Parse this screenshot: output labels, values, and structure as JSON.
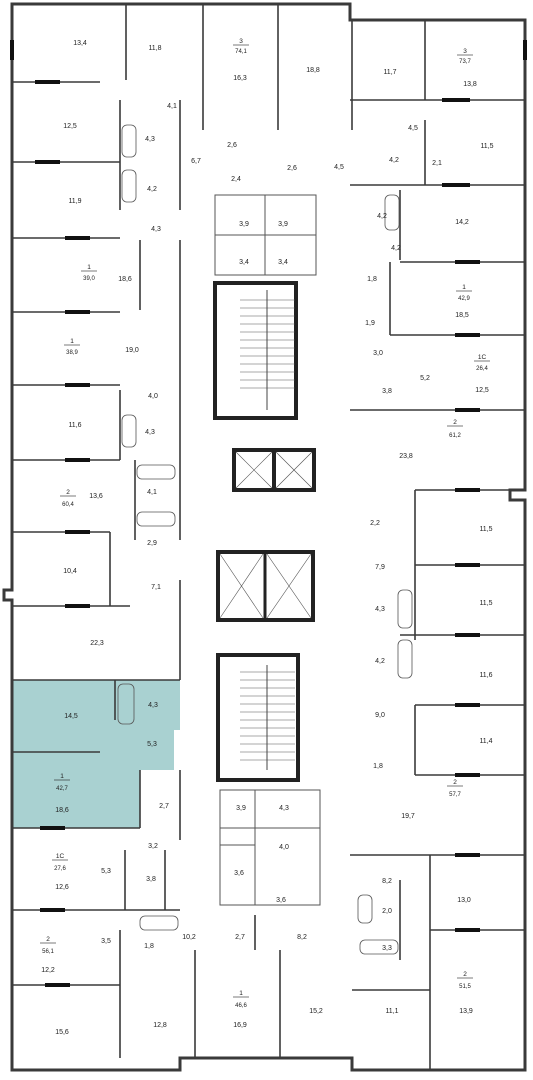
{
  "colors": {
    "highlight": "#a9d1d1",
    "wall": "#3a3a3a",
    "thin": "#555555"
  },
  "units": [
    {
      "id": "u3a",
      "rooms": "3",
      "area": "74,1"
    },
    {
      "id": "u3b",
      "rooms": "3",
      "area": "73,7"
    },
    {
      "id": "u1a",
      "rooms": "1",
      "area": "39,0"
    },
    {
      "id": "u1b",
      "rooms": "1",
      "area": "42,9"
    },
    {
      "id": "u1c",
      "rooms": "1",
      "area": "38,9"
    },
    {
      "id": "u1s1",
      "rooms": "1С",
      "area": "26,4"
    },
    {
      "id": "u2a",
      "rooms": "2",
      "area": "61,2"
    },
    {
      "id": "u2b",
      "rooms": "2",
      "area": "60,4"
    },
    {
      "id": "u1d",
      "rooms": "1",
      "area": "42,7"
    },
    {
      "id": "u2c",
      "rooms": "2",
      "area": "57,7"
    },
    {
      "id": "u1s2",
      "rooms": "1С",
      "area": "27,6"
    },
    {
      "id": "u2d",
      "rooms": "2",
      "area": "56,1"
    },
    {
      "id": "u2e",
      "rooms": "2",
      "area": "51,5"
    },
    {
      "id": "u1e",
      "rooms": "1",
      "area": "46,6"
    }
  ],
  "rooms": [
    "13,4",
    "11,8",
    "16,3",
    "18,8",
    "11,7",
    "13,8",
    "4,1",
    "12,5",
    "4,3",
    "6,7",
    "2,6",
    "2,6",
    "4,5",
    "4,5",
    "4,2",
    "2,1",
    "11,5",
    "4,2",
    "2,4",
    "11,9",
    "4,3",
    "3,9",
    "3,9",
    "4,2",
    "14,2",
    "18,6",
    "3,4",
    "3,4",
    "4,2",
    "1,8",
    "18,5",
    "1,9",
    "19,0",
    "3,0",
    "5,2",
    "3,8",
    "12,5",
    "4,0",
    "11,6",
    "4,3",
    "23,8",
    "4,1",
    "13,6",
    "2,2",
    "2,9",
    "11,5",
    "10,4",
    "7,9",
    "7,1",
    "11,5",
    "4,3",
    "22,3",
    "4,2",
    "11,6",
    "14,5",
    "4,3",
    "9,0",
    "5,3",
    "11,4",
    "1,8",
    "18,6",
    "2,7",
    "19,7",
    "3,9",
    "4,3",
    "4,0",
    "3,2",
    "5,3",
    "3,8",
    "8,2",
    "12,6",
    "3,6",
    "3,6",
    "2,0",
    "13,0",
    "10,2",
    "3,3",
    "3,5",
    "1,8",
    "2,7",
    "8,2",
    "12,2",
    "15,6",
    "12,8",
    "16,9",
    "15,2",
    "11,1",
    "13,9"
  ]
}
